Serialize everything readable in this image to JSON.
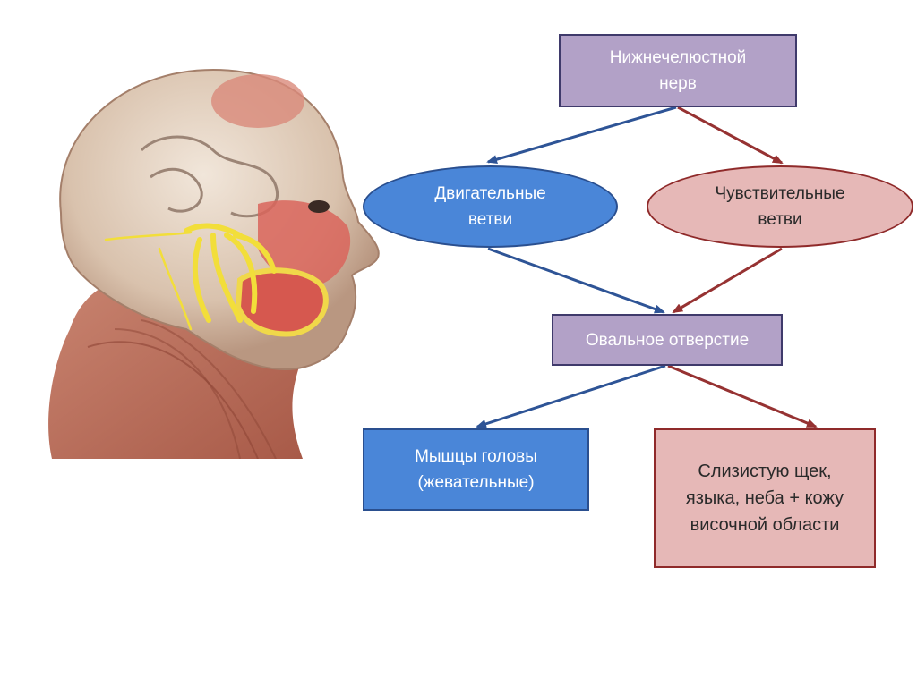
{
  "diagram": {
    "root": {
      "label": "Нижнечелюстной\nнерв"
    },
    "motor_branches": {
      "label": "Двигательные\nветви"
    },
    "sensory_branches": {
      "label": "Чувствительные\nветви"
    },
    "foramen": {
      "label": "Овальное отверстие"
    },
    "muscles": {
      "label": "Мышцы головы\n(жевательные)"
    },
    "mucosa": {
      "label": "Слизистую  щек,\nязыка, неба + кожу\nвисочной области"
    }
  },
  "illustration": {
    "subject": "head-anatomy-illustration"
  },
  "colors": {
    "purple_box": "#b2a1c7",
    "blue_box": "#4a86d8",
    "pink_box": "#e6b8b7",
    "blue_arrow": "#2e5496",
    "red_arrow": "#963232"
  }
}
